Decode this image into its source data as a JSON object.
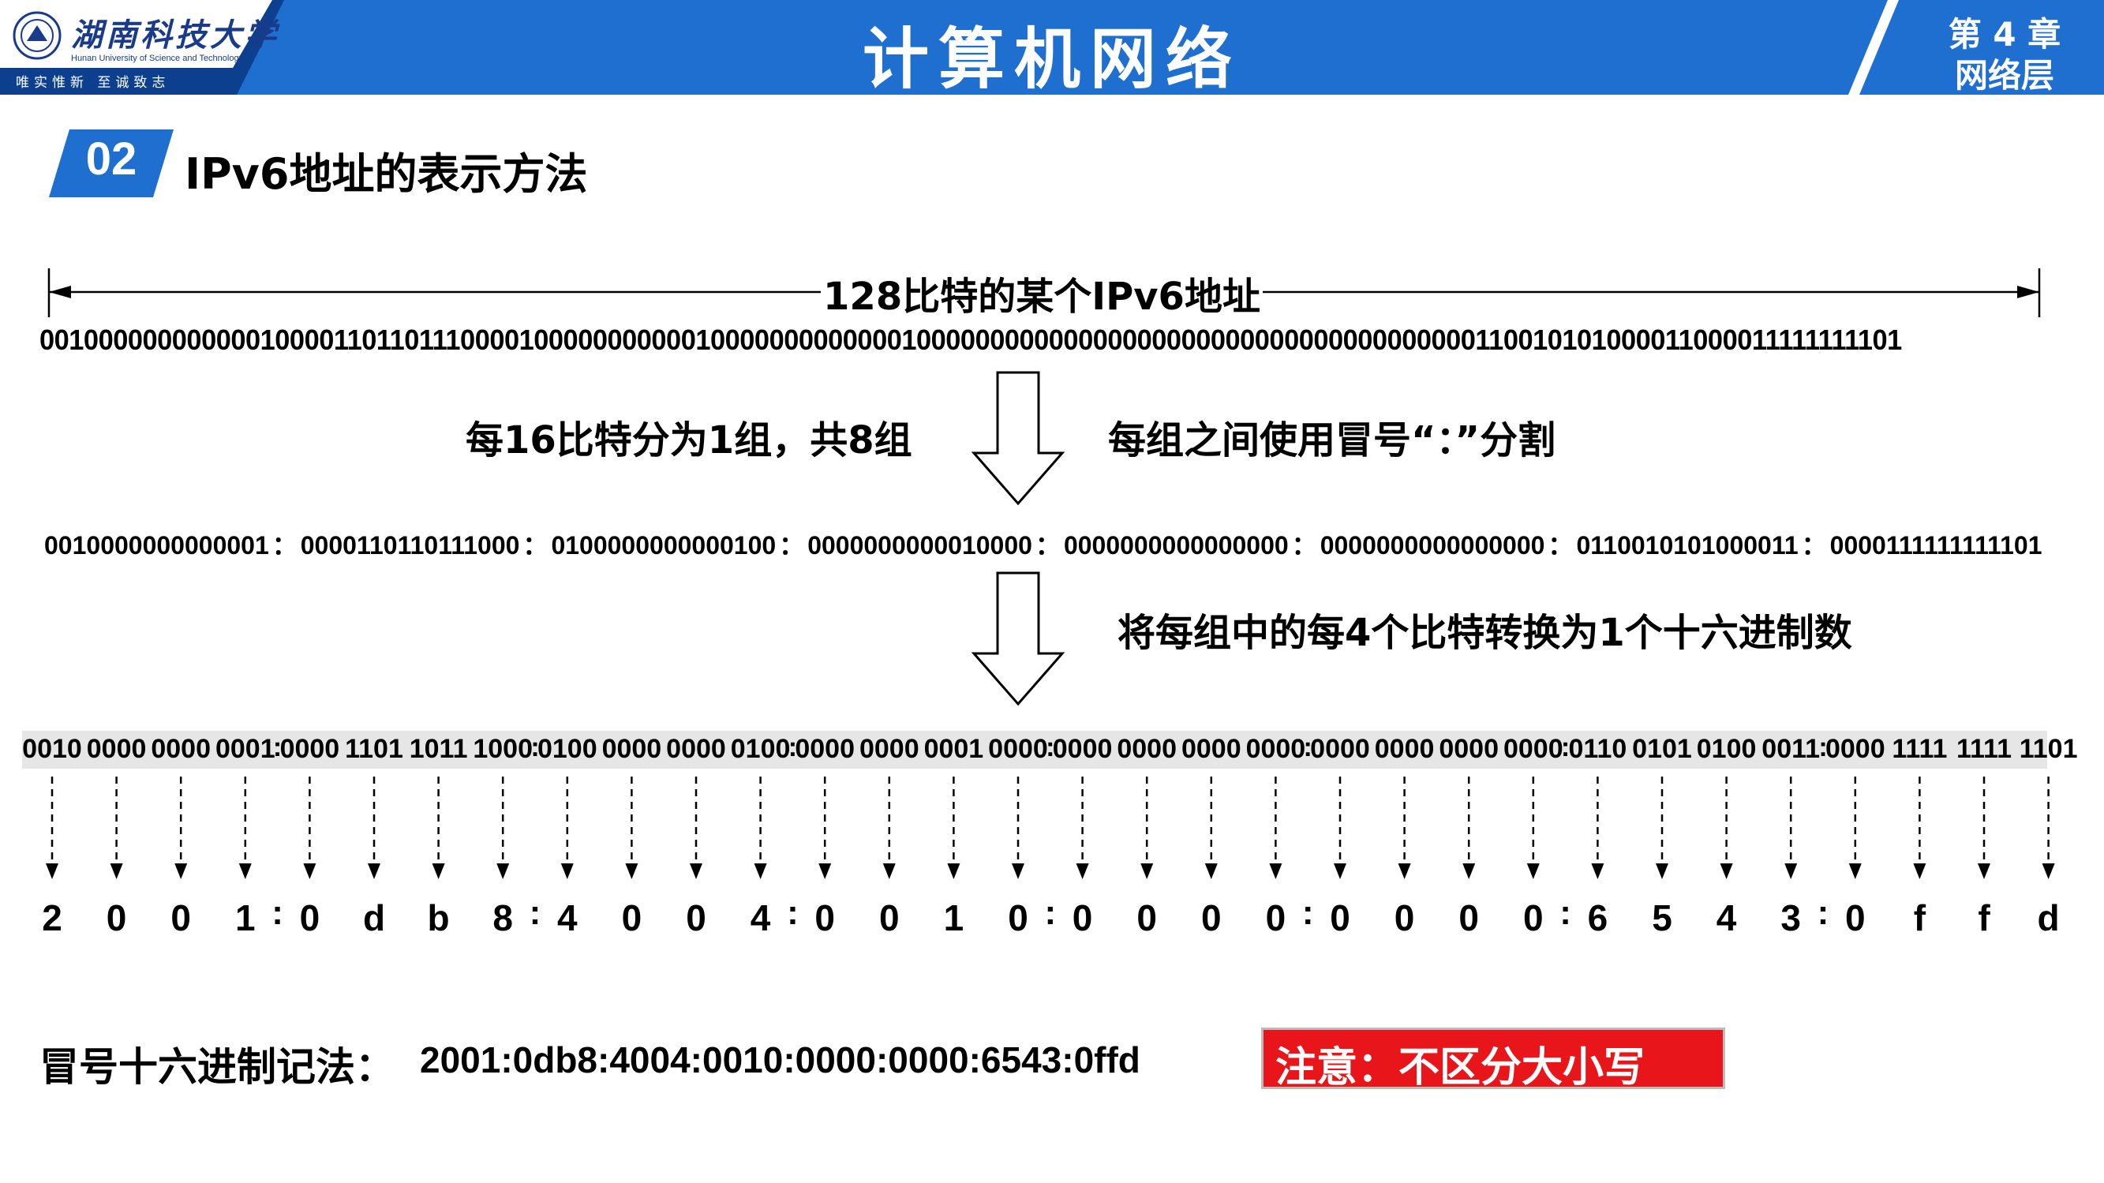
{
  "header": {
    "university_name": "湖南科技大学",
    "university_name_en": "Hunan University of Science and Technology",
    "motto": "唯实惟新  至诚致志",
    "course_title": "计算机网络",
    "chapter_number": "第 4 章",
    "chapter_name": "网络层",
    "colors": {
      "band": "#1f6fd0",
      "dark": "#0d3f8f",
      "accent": "#1a3a8a"
    }
  },
  "section": {
    "number": "02",
    "title": "IPv6地址的表示方法"
  },
  "address_label": "128比特的某个IPv6地址",
  "bits_128": "00100000000000010000110110111000010000000000010000000000000100000000000000000000000000000000000000110010101000011000011111111101",
  "step1_left": "每16比特分为1组，共8组",
  "step1_right": "每组之间使用冒号“：”分割",
  "groups": [
    "0010000000000001",
    "0000110110111000",
    "0100000000000100",
    "0000000000010000",
    "0000000000000000",
    "0000000000000000",
    "0110010101000011",
    "0000111111111101"
  ],
  "group_separator": "：",
  "step2": "将每组中的每4个比特转换为1个十六进制数",
  "nibbles": [
    "0010",
    "0000",
    "0000",
    "0001",
    "0000",
    "1101",
    "1011",
    "1000",
    "0100",
    "0000",
    "0000",
    "0100",
    "0000",
    "0000",
    "0001",
    "0000",
    "0000",
    "0000",
    "0000",
    "0000",
    "0000",
    "0000",
    "0000",
    "0000",
    "0110",
    "0101",
    "0100",
    "0011",
    "0000",
    "1111",
    "1111",
    "1101"
  ],
  "hex_digits": [
    "2",
    "0",
    "0",
    "1",
    "0",
    "d",
    "b",
    "8",
    "4",
    "0",
    "0",
    "4",
    "0",
    "0",
    "1",
    "0",
    "0",
    "0",
    "0",
    "0",
    "0",
    "0",
    "0",
    "0",
    "6",
    "5",
    "4",
    "3",
    "0",
    "f",
    "f",
    "d"
  ],
  "colon": ":",
  "notation_label": "冒号十六进制记法：",
  "notation_value": "2001:0db8:4004:0010:0000:0000:6543:0ffd",
  "note": "注意：不区分大小写",
  "icons": [
    "university-seal-icon",
    "down-arrow-icon"
  ]
}
